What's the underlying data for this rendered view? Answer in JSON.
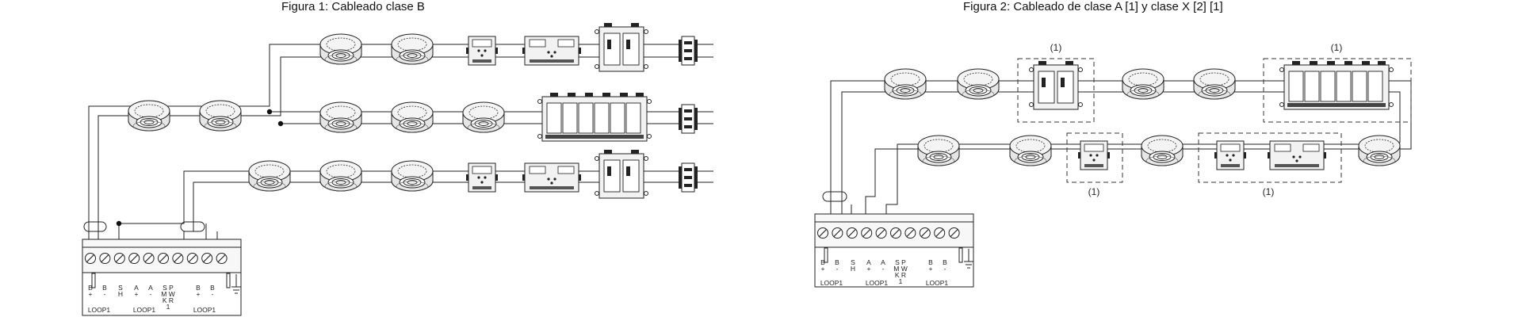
{
  "figure1": {
    "title": "Figura 1: Cableado clase B",
    "terminal_labels": [
      "B\n+",
      "B\n-",
      "S\nH",
      "A\n+",
      "A\n-",
      "S P\nM W\nK R\n1",
      "B\n+",
      "B\n-"
    ],
    "loop_labels": [
      "LOOP1",
      "LOOP1",
      "LOOP1"
    ]
  },
  "figure2": {
    "title": "Figura 2: Cableado de clase A [1] y clase X [2] [1]",
    "terminal_labels": [
      "B\n+",
      "B\n-",
      "S\nH",
      "A\n+",
      "A\n-",
      "S P\nM W\nK R\n1",
      "B\n+",
      "B\n-"
    ],
    "loop_labels": [
      "LOOP1",
      "LOOP1",
      "LOOP1"
    ],
    "isolation_note": "(1)"
  },
  "colors": {
    "line": "#222222",
    "device_fill": "#f2f2f2",
    "dashed": "#333333"
  }
}
